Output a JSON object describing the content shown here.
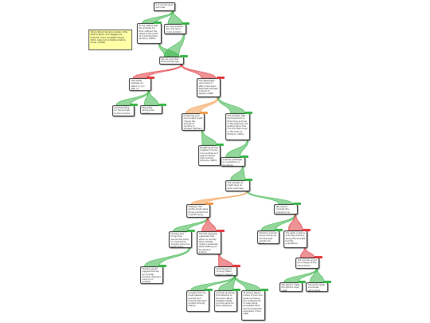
{
  "colors": {
    "pro": "#3bb54a",
    "con": "#e0393e",
    "neutral": "#f29a4c",
    "note": "#ffffa6",
    "border": "#333333"
  },
  "nodes": [
    {
      "id": "root",
      "text": "It is not wrong to eat meat."
    },
    {
      "id": "n1",
      "text": "To me, before that the animals did their suffered the stress to the point at it actually liked (Romero, 2005)."
    },
    {
      "id": "n2",
      "text": "As long as there are, it is not a moral problem."
    },
    {
      "id": "note1",
      "text": "Where Would Kenshou Suzaku: Why Meat is Moral, and Veggies are Immoral | Cool. Accessed 19 July 2022. www.cool.com/why-meat-is-moral | 12039"
    },
    {
      "id": "n3",
      "text": "We are sure that that animals feel."
    },
    {
      "id": "n4",
      "text": "The divide between an effect on you with no unnecessary harm."
    },
    {
      "id": "n5",
      "text": "The dependent, some level of affect have been described animals. Animals of Kenshou 2005."
    },
    {
      "id": "n6",
      "text": "Animals killing for the animals by the humans."
    },
    {
      "id": "n7",
      "text": "Physically abusing the animals."
    },
    {
      "id": "n8",
      "text": "Enhancing your own budget might change the amount of sacrifice to achieve? (Romero 2005)."
    },
    {
      "id": "n9",
      "text": "The problem with that argument is that many animals in the world are not getting killed. Has not only them lives in the order of (Romero, 2005)."
    },
    {
      "id": "n10",
      "text": "Breathing around together how far love animals and peace how far with animals. (Romero, 2005)."
    },
    {
      "id": "n11",
      "text": "Animals contribute to a workforce in the future."
    },
    {
      "id": "n12",
      "text": "The animals do might have an open earth way."
    },
    {
      "id": "n13",
      "text": "However, the earths would value those animals that is worth living."
    },
    {
      "id": "n14",
      "text": "We have to consider the animals to an extent."
    },
    {
      "id": "n15",
      "text": "Humans and things that worries the same (or more) than animals value any worth living."
    },
    {
      "id": "n16",
      "text": "The first exposure suggested that while our society when animals create a weakness while suffering on the general Romero."
    },
    {
      "id": "n17",
      "text": "Most the animals would remain as and the best solution for them."
    },
    {
      "id": "n18",
      "text": "The earth contains how they thinking are by the to break had the populations."
    },
    {
      "id": "n19",
      "text": "Humans would suggest that we all consider humans (how and carbon) on animals, rendering the ethic done."
    },
    {
      "id": "n20",
      "text": "Animals get no (money) effect lines to 'respect' of animals."
    },
    {
      "id": "n21",
      "text": "The Animals would be unhappy at the future farms."
    },
    {
      "id": "n22",
      "text": "Consent from ex-meat between animals and humans has been evident through history."
    },
    {
      "id": "n23",
      "text": "Animals (animals) that attempt to the area nature between tables and the same for their existence."
    },
    {
      "id": "n24",
      "text": "To ensure there's nature of food and areas and being the underground to keep being accessible done will document the equivalent of the wash."
    },
    {
      "id": "n25",
      "text": "We want to make the gift the meat ideas."
    },
    {
      "id": "n26",
      "text": "The world needs all animals surrounding."
    }
  ]
}
